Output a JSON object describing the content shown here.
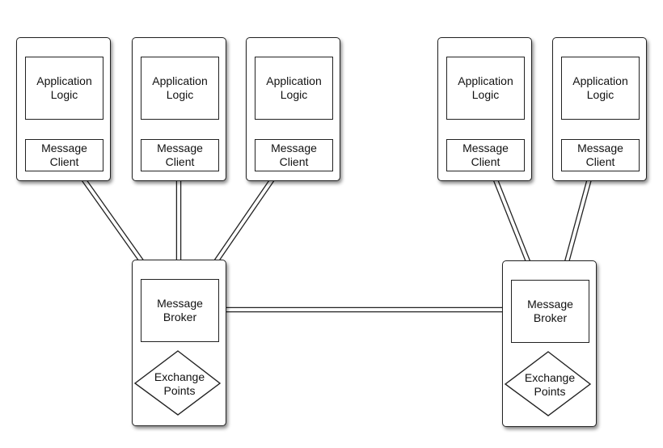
{
  "clients": [
    {
      "app_label": "Application\nLogic",
      "msg_label": "Message\nClient"
    },
    {
      "app_label": "Application\nLogic",
      "msg_label": "Message\nClient"
    },
    {
      "app_label": "Application\nLogic",
      "msg_label": "Message\nClient"
    },
    {
      "app_label": "Application\nLogic",
      "msg_label": "Message\nClient"
    },
    {
      "app_label": "Application\nLogic",
      "msg_label": "Message\nClient"
    }
  ],
  "brokers": [
    {
      "broker_label": "Message\nBroker",
      "exchange_label": "Exchange\nPoints"
    },
    {
      "broker_label": "Message\nBroker",
      "exchange_label": "Exchange\nPoints"
    }
  ],
  "colors": {
    "stroke": "#222222",
    "fill": "#ffffff"
  }
}
